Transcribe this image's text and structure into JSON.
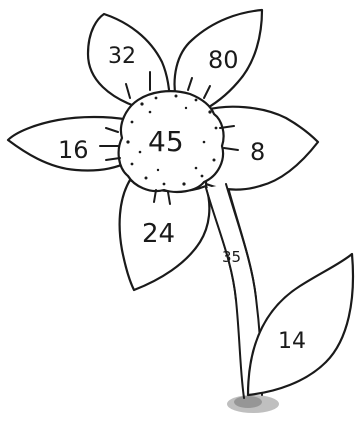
{
  "flower": {
    "center": "45",
    "petal_top_left": "32",
    "petal_top_right": "80",
    "petal_left": "16",
    "petal_right": "8",
    "petal_bottom": "24"
  },
  "stem": "35",
  "leaf": "14",
  "colors": {
    "ink": "#1a1a1a",
    "background": "#ffffff",
    "ground_smudge": "#8a8a8a"
  }
}
